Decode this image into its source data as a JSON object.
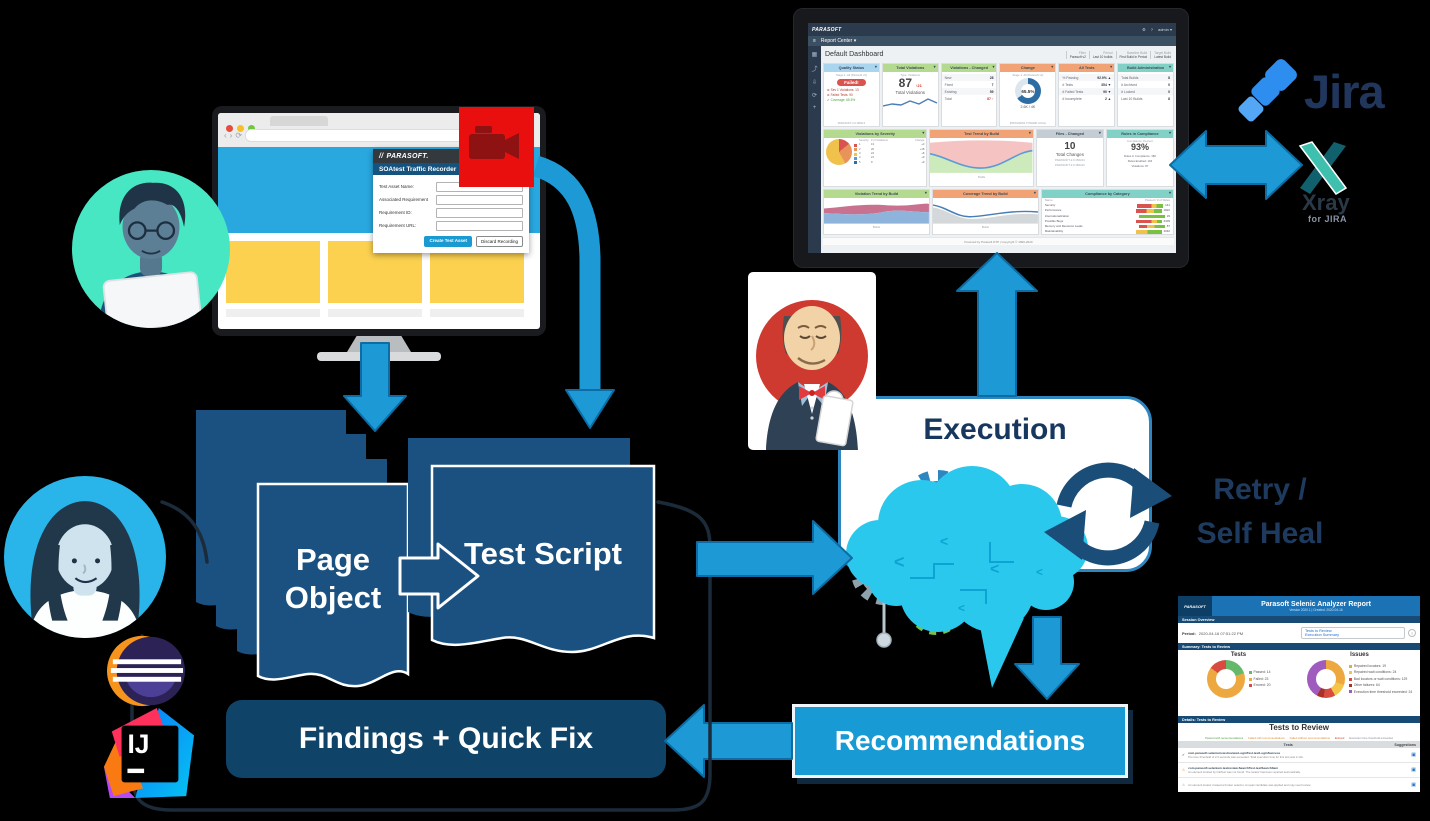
{
  "diagram": {
    "labels": {
      "page_object_1": "Page",
      "page_object_2": "Object",
      "test_script": "Test Script",
      "execution": "Execution",
      "retry_line1": "Retry /",
      "retry_line2": "Self Heal",
      "findings": "Findings + Quick Fix",
      "recommendations": "Recommendations"
    },
    "colors": {
      "arrow_blue": "#1d9ad6",
      "doc_navy": "#1a5180",
      "findings_navy": "#0f4368",
      "recommendations_blue": "#189ad4",
      "cloud_cyan": "#2bc8ee",
      "gear_blue": "#2e86c1",
      "gear_green": "#7ac143",
      "sync_navy": "#1a4e78",
      "loop_line": "#1c2b3a"
    }
  },
  "logos": {
    "jira": "Jira",
    "xray": "Xray",
    "xray_sub": "for JIRA"
  },
  "recorder": {
    "brand_mark": "//",
    "brand": "PARASOFT.",
    "dialog_title": "SOAtest Traffic Recorder",
    "fields": [
      {
        "label": "Test Asset Name:",
        "value": ""
      },
      {
        "label": "Associated Requirement",
        "value": ""
      },
      {
        "label": "Requirement ID:",
        "value": ""
      },
      {
        "label": "Requirement URL:",
        "value": ""
      }
    ],
    "create_button": "Create Test Asset",
    "discard_button": "Discard Recording",
    "chrome": {
      "back": "‹",
      "forward": "›",
      "reload": "⟳",
      "url_value": ""
    }
  },
  "dashboard": {
    "brand": "PARASOFT",
    "icons": {
      "collapse": "▾",
      "menu": "≡",
      "gear": "⚙",
      "help": "?"
    },
    "nav_user": "admin ▾",
    "menu_item": "Report Center ▾",
    "sidebar_icons": [
      "▦",
      "⤴",
      "⇩",
      "⟳",
      "+"
    ],
    "title": "Default Dashboard",
    "filters": [
      {
        "label": "Filter",
        "value": "Parasoft v2"
      },
      {
        "label": "Period",
        "value": "Last 10 builds"
      },
      {
        "label": "Baseline Build",
        "value": "First Build in Period"
      },
      {
        "label": "Target Build",
        "value": "Latest Build"
      }
    ],
    "quality_status": {
      "title": "Quality Status",
      "subtitle": "Stage 1: All (Parasoft v2)",
      "badge": "Failed!",
      "rows": [
        {
          "icon": "⊗",
          "text": "Sev 1 Violations: 13",
          "delta": "+10"
        },
        {
          "icon": "⊗",
          "text": "Failed Tests: 90",
          "delta": "+19"
        },
        {
          "icon": "✔",
          "text": "Coverage: 65.5%",
          "delta": "+20%"
        }
      ],
      "footer": "PARASOFT-2.0:180113"
    },
    "total_violations": {
      "title": "Total Violations",
      "subtitle": "Type: Violations",
      "value": "87",
      "delta": "↑21",
      "label": "Total Violations"
    },
    "violations_changed": {
      "title": "Violations - Changed",
      "rows": [
        [
          "New",
          "28"
        ],
        [
          "Fixed",
          "7"
        ],
        [
          "Existing",
          "59"
        ],
        [
          "Total",
          "87 ↑"
        ]
      ]
    },
    "change": {
      "title": "Change",
      "subtitle": "Stage 1: All (Parasoft v2)",
      "percent": "65.5%",
      "fraction": "2.6K / 4K",
      "footer": "(PROGRESS TOWARD GOAL)"
    },
    "all_tests": {
      "title": "All Tests",
      "rows": [
        [
          "% Passing",
          "92.9% ▲"
        ],
        [
          "# Tests",
          "354 ▼"
        ],
        [
          "# Failed Tests",
          "90 ▼"
        ],
        [
          "# Incomplete",
          "2 ▲"
        ]
      ]
    },
    "build_admin": {
      "title": "Build Administration",
      "rows": [
        [
          "Total Builds",
          "8"
        ],
        [
          "# Archived",
          "0"
        ],
        [
          "# Locked",
          "0"
        ],
        [
          "Last 10 Builds",
          "8"
        ]
      ]
    },
    "violations_severity": {
      "title": "Violations by Severity",
      "headers": [
        "Severity",
        "# of Violations",
        "Change"
      ],
      "rows": [
        [
          "1",
          "13",
          "+3"
        ],
        [
          "2",
          "20",
          "+18"
        ],
        [
          "3",
          "24",
          "+8"
        ],
        [
          "4",
          "21",
          "+9"
        ],
        [
          "5",
          "9",
          "+9"
        ]
      ]
    },
    "test_trend": {
      "title": "Test Trend by Build",
      "axis": "Builds"
    },
    "files_changed": {
      "title": "Files - Changed",
      "value": "10",
      "label": "Total Changes",
      "lines": [
        "PARASOFT-2.0:156224",
        "PARASOFT-2.0:182413"
      ]
    },
    "rules_compliance": {
      "title": "Rules in Compliance",
      "subtitle": "Compliance: Percent",
      "percent": "93%",
      "lines": [
        "Rules in Compliance: 180",
        "Rules Enabled: 194",
        "Violations: 87"
      ]
    },
    "violation_trend": {
      "title": "Violation Trend by Build",
      "axis": "Builds"
    },
    "coverage_trend": {
      "title": "Coverage Trend by Build",
      "subtitle": "Stage 1: All (Parasoft v2)",
      "axis": "Builds"
    },
    "compliance_category": {
      "title": "Compliance by Category",
      "subtitle": "Compliance: Percent",
      "headers": [
        "Name",
        "Passed / # of Rules"
      ],
      "rows": [
        {
          "name": "Security",
          "count": "141"
        },
        {
          "name": "Performance",
          "count": "1822"
        },
        {
          "name": "Internationalization",
          "count": "29"
        },
        {
          "name": "Possible Bugs",
          "count": "6409"
        },
        {
          "name": "Memory and Resource Leaks",
          "count": "87"
        },
        {
          "name": "Maintainability",
          "count": "2040"
        }
      ]
    },
    "footer": "Powered by Parasoft DTP | Copyright © 1996-2020"
  },
  "selenic": {
    "brand": "PARASOFT",
    "title": "Parasoft Selenic Analyzer Report",
    "subtitle": "Version 2020.1 | Created: 2020-04-16",
    "session_bar": "Session Overview",
    "period_label": "Period:",
    "period_value": "2020-04-16 07:51:22 PM",
    "link_tests": "Tests to Review",
    "link_exec": "Execution Summary",
    "help_icon": "?",
    "summary_bar": "Summary: Tests to Review",
    "tests_chart": {
      "title": "Tests",
      "legend": [
        "Passed: 14",
        "Failed: 23",
        "Errored: 20"
      ],
      "legend_colors": [
        "#66b96a",
        "#eda83f",
        "#d84b41"
      ],
      "segments_pct": [
        20,
        65,
        15
      ]
    },
    "issues_chart": {
      "title": "Issues",
      "legend": [
        "Repaired locators: 19",
        "Repaired wait conditions: 24",
        "Bad locators or wait conditions: 129",
        "Other failures: 64",
        "Execution time threshold exceeded: 24"
      ],
      "legend_colors": [
        "#eda83f",
        "#f3c64a",
        "#d84b41",
        "#a93226",
        "#a05bbf"
      ],
      "segments_pct": [
        30,
        12,
        10,
        6,
        42
      ]
    },
    "details_bar": "Details: Tests to Review",
    "review_title": "Tests to Review",
    "filters": [
      "Passed with recommendations",
      "Failed with recommendations",
      "Failed without recommendations",
      "Errored",
      "Execution time threshold exceeded"
    ],
    "col_tests": "Tests",
    "col_suggestions": "Suggestions",
    "rows": [
      {
        "icon": "✔",
        "text": "com.parasoft.selenium.testreview.LoginTest.testLoginSuccess",
        "note": "The time threshold of 2.0 seconds was exceeded. Total execution time for this test was 2.13s."
      },
      {
        "icon": "⚠",
        "text": "com.parasoft.selenium.testreview.SearchTest.testSearchItem",
        "note": "An element located by linkText was not found. The locator has been repaired automatically."
      },
      {
        "icon": "⚠",
        "text": "",
        "note": "An element locator created a broken selector. A repair candidate was applied and may need review."
      },
      {
        "icon": "◷",
        "text": "",
        "note": "The time threshold of 2.0 seconds was exceeded. Total execution time for this test was 2.74s."
      }
    ]
  }
}
